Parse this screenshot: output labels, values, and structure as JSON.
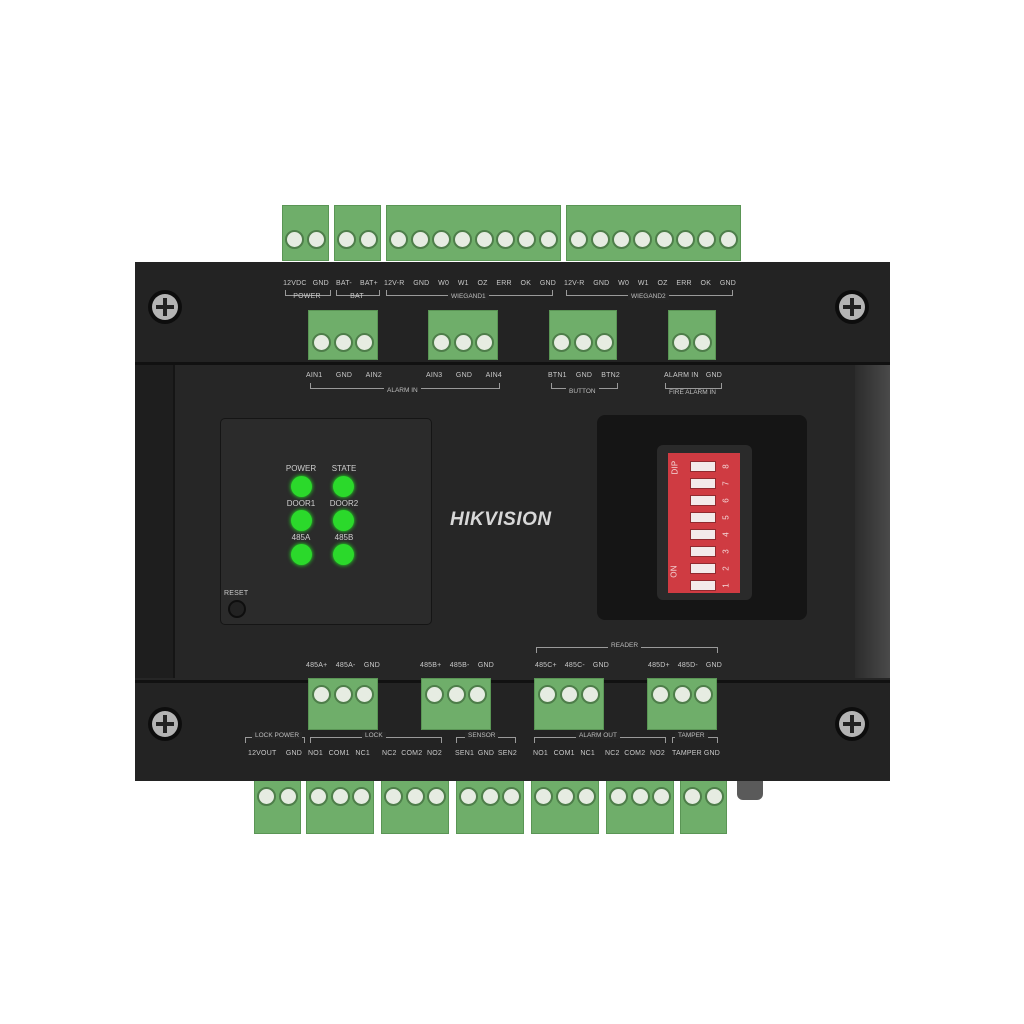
{
  "product": {
    "brand_logo": "HIKVISION",
    "type": "access controller"
  },
  "top_labels": {
    "power": {
      "pins": [
        "12VDC",
        "GND"
      ],
      "group": "POWER"
    },
    "bat": {
      "pins": [
        "BAT-",
        "BAT+"
      ],
      "group": "BAT"
    },
    "wiegand1": {
      "pins": [
        "12V-R",
        "GND",
        "W0",
        "W1",
        "OZ",
        "ERR",
        "OK",
        "GND"
      ],
      "group": "WIEGAND1"
    },
    "wiegand2": {
      "pins": [
        "12V-R",
        "GND",
        "W0",
        "W1",
        "OZ",
        "ERR",
        "OK",
        "GND"
      ],
      "group": "WIEGAND2"
    }
  },
  "mid_top_labels": {
    "alarm_in_a": {
      "pins": [
        "AIN1",
        "GND",
        "AIN2"
      ]
    },
    "alarm_in_b": {
      "pins": [
        "AIN3",
        "GND",
        "AIN4"
      ]
    },
    "alarm_in_group": "ALARM IN",
    "button": {
      "pins": [
        "BTN1",
        "GND",
        "BTN2"
      ],
      "group": "BUTTON"
    },
    "fire": {
      "pins": [
        "ALARM IN",
        "GND"
      ],
      "group": "FIRE ALARM IN"
    }
  },
  "leds": [
    {
      "label": "POWER",
      "color": "#2bd92b"
    },
    {
      "label": "STATE",
      "color": "#2bd92b"
    },
    {
      "label": "DOOR1",
      "color": "#2bd92b"
    },
    {
      "label": "DOOR2",
      "color": "#2bd92b"
    },
    {
      "label": "485A",
      "color": "#2bd92b"
    },
    {
      "label": "485B",
      "color": "#2bd92b"
    }
  ],
  "reset_label": "RESET",
  "dip": {
    "label_top": "DIP",
    "label_on": "ON",
    "switches": [
      "1",
      "2",
      "3",
      "4",
      "5",
      "6",
      "7",
      "8"
    ],
    "color": "#cf3b42"
  },
  "mid_bottom_labels": {
    "r485a": {
      "pins": [
        "485A+",
        "485A-",
        "GND"
      ]
    },
    "r485b": {
      "pins": [
        "485B+",
        "485B-",
        "GND"
      ]
    },
    "r485c": {
      "pins": [
        "485C+",
        "485C-",
        "GND"
      ]
    },
    "r485d": {
      "pins": [
        "485D+",
        "485D-",
        "GND"
      ]
    },
    "reader_group": "READER"
  },
  "bottom_labels": {
    "lock_power": {
      "pins": [
        "12VOUT",
        "GND"
      ],
      "group": "LOCK POWER"
    },
    "lock": {
      "pins": [
        "NO1",
        "COM1",
        "NC1",
        "NC2",
        "COM2",
        "NO2"
      ],
      "group": "LOCK"
    },
    "sensor": {
      "pins": [
        "SEN1",
        "GND",
        "SEN2"
      ],
      "group": "SENSOR"
    },
    "alarm_out": {
      "pins": [
        "NO1",
        "COM1",
        "NC1",
        "NC2",
        "COM2",
        "NO2"
      ],
      "group": "ALARM OUT"
    },
    "tamper": {
      "pins": [
        "TAMPER",
        "GND"
      ],
      "group": "TAMPER"
    }
  },
  "colors": {
    "housing": "#262626",
    "terminal_green": "#6fae6a",
    "led_green": "#2bd92b",
    "dip_red": "#cf3b42"
  }
}
